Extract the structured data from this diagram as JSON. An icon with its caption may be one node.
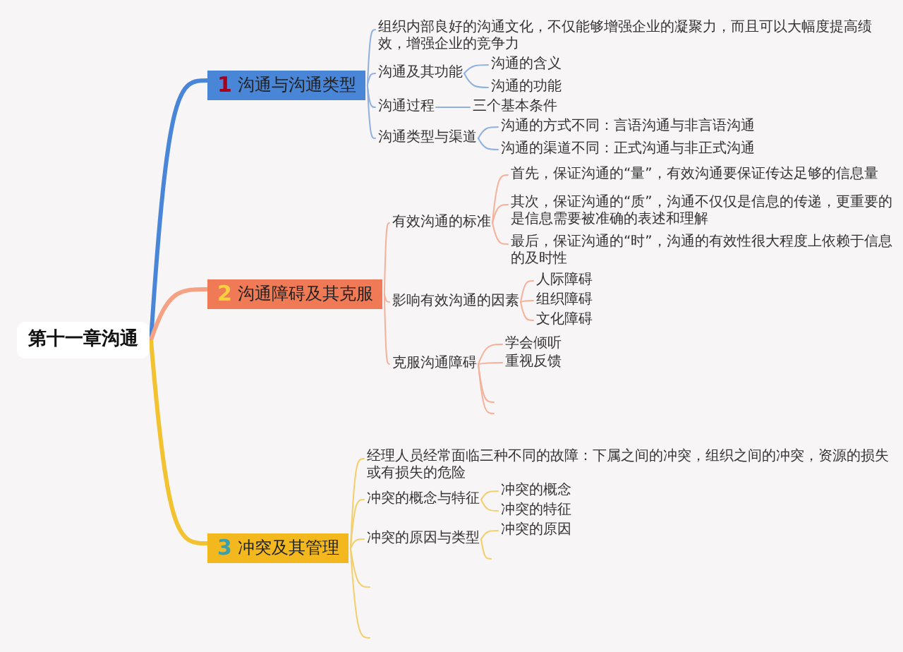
{
  "diagram": {
    "nodes": [
      {
        "text": [
          "第十一章沟通"
        ]
      },
      {
        "text": [
          "1",
          "沟通与沟通类型"
        ]
      },
      {
        "text": [
          "组织内部良好的沟通文化，不仅能够增强企业的凝聚力，而且可以大幅度提高绩效，增强企业的竞争力"
        ]
      },
      {
        "text": [
          "沟通及其功能"
        ]
      },
      {
        "text": [
          "沟通的含义"
        ]
      },
      {
        "text": [
          "沟通的功能"
        ]
      },
      {
        "text": [
          "沟通过程"
        ]
      },
      {
        "text": [
          "三个基本条件"
        ]
      },
      {
        "text": [
          "沟通类型与渠道"
        ]
      },
      {
        "text": [
          "沟通的方式不同：言语沟通与非言语沟通"
        ]
      },
      {
        "text": [
          "沟通的渠道不同：正式沟通与非正式沟通"
        ]
      },
      {
        "text": [
          "2",
          "沟通障碍及其克服"
        ]
      },
      {
        "text": [
          "有效沟通的标准"
        ]
      },
      {
        "text": [
          "首先，保证沟通的“量”，有效沟通要保证传达足够的信息量"
        ]
      },
      {
        "text": [
          "其次，保证沟通的“质”，沟通不仅仅是信息的传递，更重要的是信息需要被准确的表述和理解"
        ]
      },
      {
        "text": [
          "最后，保证沟通的“时”，沟通的有效性很大程度上依赖于信息的及时性"
        ]
      },
      {
        "text": [
          "影响有效沟通的因素"
        ]
      },
      {
        "text": [
          "人际障碍"
        ]
      },
      {
        "text": [
          "组织障碍"
        ]
      },
      {
        "text": [
          "文化障碍"
        ]
      },
      {
        "text": [
          "克服沟通障碍"
        ]
      },
      {
        "text": [
          "学会倾听"
        ]
      },
      {
        "text": [
          "重视反馈"
        ]
      },
      {
        "text": [
          "3",
          "冲突及其管理"
        ]
      },
      {
        "text": [
          "经理人员经常面临三种不同的故障：下属之间的冲突，组织之间的冲突，资源的损失或有损失的危险"
        ]
      },
      {
        "text": [
          "冲突的概念与特征"
        ]
      },
      {
        "text": [
          "冲突的概念"
        ]
      },
      {
        "text": [
          "冲突的特征"
        ]
      },
      {
        "text": [
          "冲突的原因与类型"
        ]
      },
      {
        "text": [
          "冲突的原因"
        ]
      }
    ],
    "edges": [
      {
        "from": 0,
        "to": 1,
        "arrow": "none",
        "style": "thick",
        "color": "#4a86d8"
      },
      {
        "from": 0,
        "to": 11,
        "arrow": "none",
        "style": "thick",
        "color": "#f4a184"
      },
      {
        "from": 0,
        "to": 23,
        "arrow": "none",
        "style": "thick",
        "color": "#f2c230"
      },
      {
        "from": 1,
        "to": 2,
        "arrow": "none",
        "color": "#8fb0e0"
      },
      {
        "from": 1,
        "to": 3,
        "arrow": "none",
        "color": "#8fb0e0"
      },
      {
        "from": 1,
        "to": 6,
        "arrow": "none",
        "color": "#8fb0e0"
      },
      {
        "from": 1,
        "to": 8,
        "arrow": "none",
        "color": "#8fb0e0"
      },
      {
        "from": 3,
        "to": 4,
        "arrow": "none",
        "color": "#8fb0e0"
      },
      {
        "from": 3,
        "to": 5,
        "arrow": "none",
        "color": "#8fb0e0"
      },
      {
        "from": 6,
        "to": 7,
        "arrow": "none",
        "color": "#8fb0e0"
      },
      {
        "from": 8,
        "to": 9,
        "arrow": "none",
        "color": "#8fb0e0"
      },
      {
        "from": 8,
        "to": 10,
        "arrow": "none",
        "color": "#8fb0e0"
      },
      {
        "from": 11,
        "to": 12,
        "arrow": "none",
        "color": "#f5b09a"
      },
      {
        "from": 11,
        "to": 16,
        "arrow": "none",
        "color": "#f5b09a"
      },
      {
        "from": 11,
        "to": 20,
        "arrow": "none",
        "color": "#f5b09a"
      },
      {
        "from": 12,
        "to": 13,
        "arrow": "none",
        "color": "#f5b09a"
      },
      {
        "from": 12,
        "to": 14,
        "arrow": "none",
        "color": "#f5b09a"
      },
      {
        "from": 12,
        "to": 15,
        "arrow": "none",
        "color": "#f5b09a"
      },
      {
        "from": 16,
        "to": 17,
        "arrow": "none",
        "color": "#f5b09a"
      },
      {
        "from": 16,
        "to": 18,
        "arrow": "none",
        "color": "#f5b09a"
      },
      {
        "from": 16,
        "to": 19,
        "arrow": "none",
        "color": "#f5b09a"
      },
      {
        "from": 20,
        "to": 21,
        "arrow": "none",
        "color": "#f5b09a"
      },
      {
        "from": 20,
        "to": 22,
        "arrow": "none",
        "color": "#f5b09a"
      },
      {
        "from": 20,
        "to": null,
        "arrow": "none",
        "color": "#f5b09a"
      },
      {
        "from": 20,
        "to": null,
        "arrow": "none",
        "color": "#f5b09a"
      },
      {
        "from": 23,
        "to": 24,
        "arrow": "none",
        "color": "#f2cf6a"
      },
      {
        "from": 23,
        "to": 25,
        "arrow": "none",
        "color": "#f2cf6a"
      },
      {
        "from": 23,
        "to": 28,
        "arrow": "none",
        "color": "#f2cf6a"
      },
      {
        "from": 23,
        "to": null,
        "arrow": "none",
        "color": "#f2cf6a"
      },
      {
        "from": 23,
        "to": null,
        "arrow": "none",
        "color": "#f2cf6a"
      },
      {
        "from": 25,
        "to": 26,
        "arrow": "none",
        "color": "#f2cf6a"
      },
      {
        "from": 25,
        "to": 27,
        "arrow": "none",
        "color": "#f2cf6a"
      },
      {
        "from": 28,
        "to": 29,
        "arrow": "none",
        "color": "#f2cf6a"
      },
      {
        "from": 28,
        "to": null,
        "arrow": "none",
        "color": "#f2cf6a"
      }
    ]
  }
}
